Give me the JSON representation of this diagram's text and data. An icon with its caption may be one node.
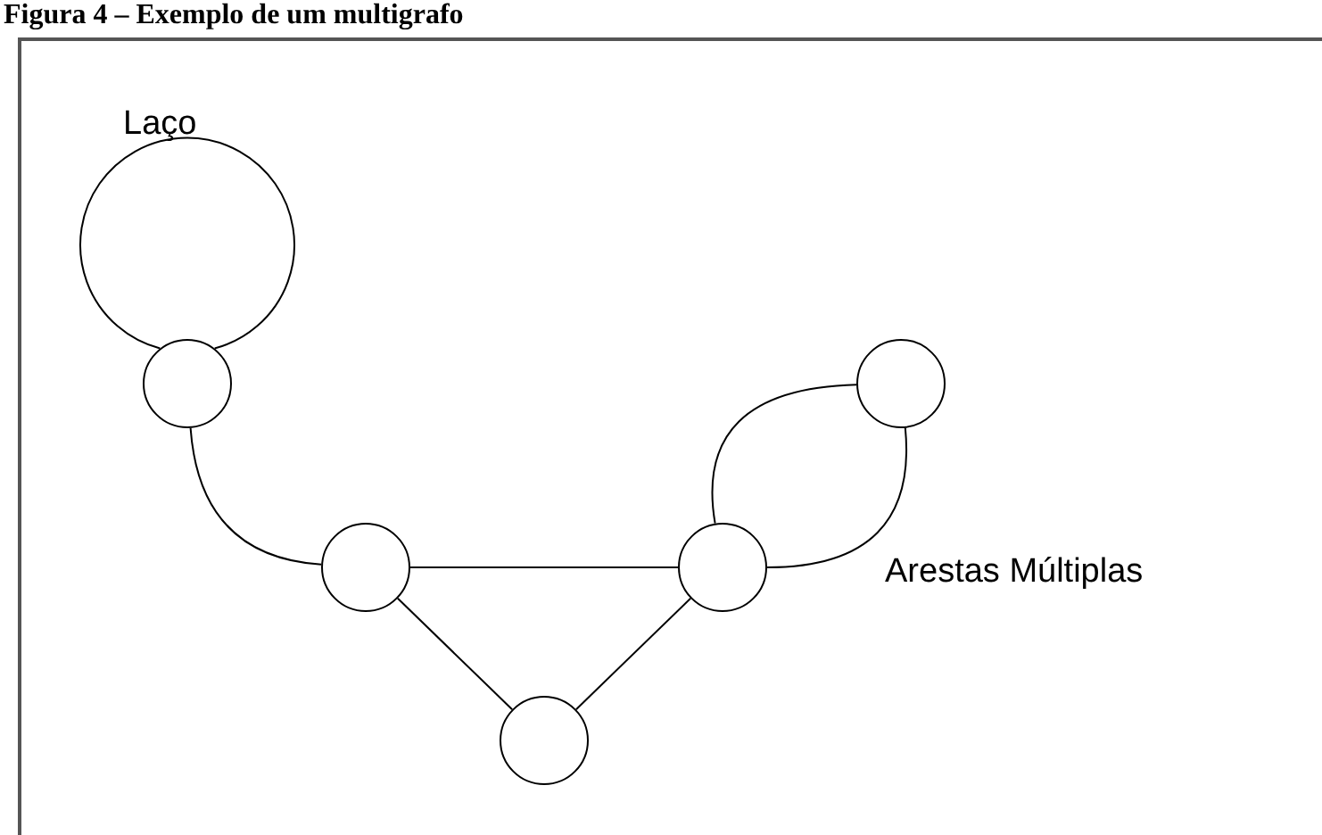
{
  "diagram": {
    "title": "Figura 4 – Exemplo de um multigrafo",
    "nodes": [
      {
        "text": [],
        "shape": "circle"
      },
      {
        "text": [],
        "shape": "circle"
      },
      {
        "text": [],
        "shape": "circle"
      },
      {
        "text": [],
        "shape": "circle"
      },
      {
        "text": [],
        "shape": "circle"
      }
    ],
    "edges": [
      {
        "from": 0,
        "to": 0,
        "arrow": "none"
      },
      {
        "from": 0,
        "to": 1,
        "arrow": "none"
      },
      {
        "from": 1,
        "to": 2,
        "arrow": "none"
      },
      {
        "from": 1,
        "to": 3,
        "arrow": "none"
      },
      {
        "from": 2,
        "to": 3,
        "arrow": "none"
      },
      {
        "from": 2,
        "to": 4,
        "arrow": "none"
      },
      {
        "from": 2,
        "to": 4,
        "arrow": "none"
      }
    ],
    "labels": [
      "Laço",
      "Arestas Múltiplas"
    ]
  }
}
